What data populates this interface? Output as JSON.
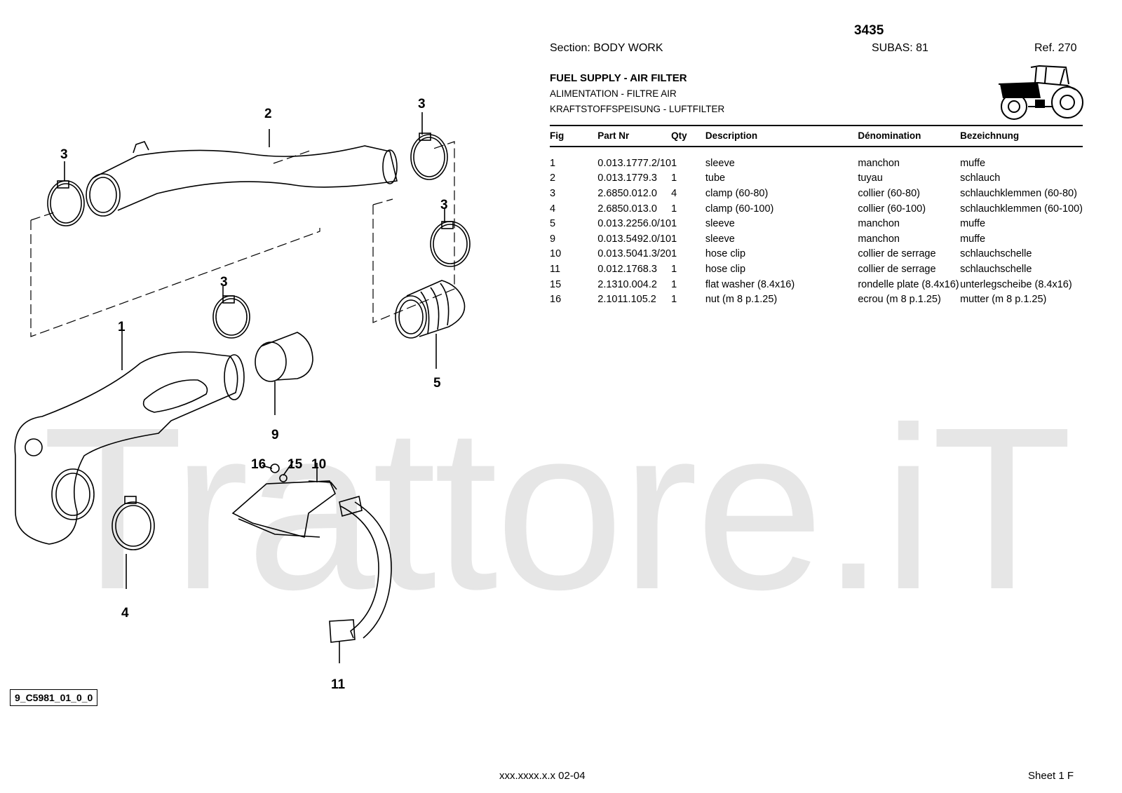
{
  "watermark": "Trattore.iT",
  "header": {
    "model": "3435",
    "section": "Section: BODY  WORK",
    "subas": "SUBAS: 81",
    "ref": "Ref. 270"
  },
  "titles": {
    "en": "FUEL SUPPLY - AIR FILTER",
    "fr": "ALIMENTATION - FILTRE AIR",
    "de": "KRAFTSTOFFSPEISUNG - LUFTFILTER"
  },
  "table": {
    "headers": [
      "Fig",
      "Part Nr",
      "Qty",
      "Description",
      "Dénomination",
      "Bezeichnung"
    ],
    "rows": [
      [
        "1",
        "0.013.1777.2/10",
        "1",
        "sleeve",
        "manchon",
        "muffe"
      ],
      [
        "2",
        "0.013.1779.3",
        "1",
        "tube",
        "tuyau",
        "schlauch"
      ],
      [
        "3",
        "2.6850.012.0",
        "4",
        "clamp (60-80)",
        "collier (60-80)",
        "schlauchklemmen (60-80)"
      ],
      [
        "4",
        "2.6850.013.0",
        "1",
        "clamp (60-100)",
        "collier (60-100)",
        "schlauchklemmen (60-100)"
      ],
      [
        "5",
        "0.013.2256.0/10",
        "1",
        "sleeve",
        "manchon",
        "muffe"
      ],
      [
        "9",
        "0.013.5492.0/10",
        "1",
        "sleeve",
        "manchon",
        "muffe"
      ],
      [
        "10",
        "0.013.5041.3/20",
        "1",
        "hose clip",
        "collier de serrage",
        "schlauchschelle"
      ],
      [
        "11",
        "0.012.1768.3",
        "1",
        "hose clip",
        "collier de serrage",
        "schlauchschelle"
      ],
      [
        "15",
        "2.1310.004.2",
        "1",
        "flat washer (8.4x16)",
        "rondelle plate (8.4x16)",
        "unterlegscheibe (8.4x16)"
      ],
      [
        "16",
        "2.1011.105.2",
        "1",
        "nut (m 8 p.1.25)",
        "ecrou (m 8 p.1.25)",
        "mutter (m 8 p.1.25)"
      ]
    ]
  },
  "callouts": [
    "2",
    "3",
    "3",
    "3",
    "3",
    "1",
    "9",
    "5",
    "16",
    "15",
    "10",
    "4",
    "11"
  ],
  "figure_ref": "9_C5981_01_0_0",
  "footer": {
    "code": "xxx.xxxx.x.x  02-04",
    "sheet": "Sheet 1 F"
  }
}
